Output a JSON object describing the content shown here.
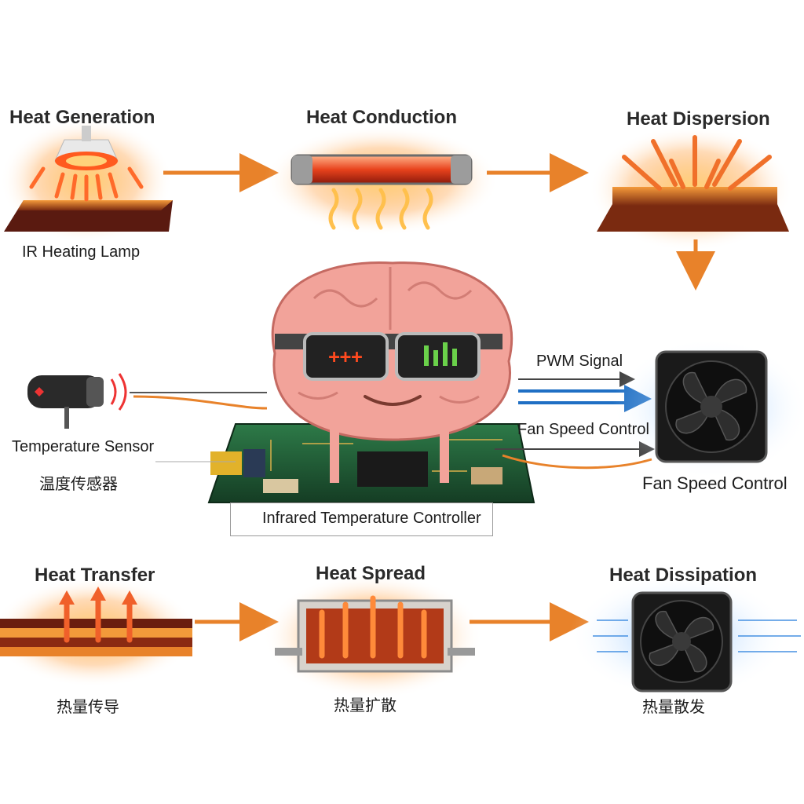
{
  "stages": {
    "heat_generation": {
      "title": "Heat Generation",
      "caption": "IR Heating Lamp"
    },
    "heat_conduction": {
      "title": "Heat Conduction"
    },
    "heat_dispersion": {
      "title": "Heat Dispersion"
    },
    "heat_transfer": {
      "title": "Heat Transfer",
      "caption_cn": "热量传导"
    },
    "heat_spread": {
      "title": "Heat Spread",
      "caption_cn": "热量扩散"
    },
    "heat_dissipation": {
      "title": "Heat Dissipation",
      "caption_cn": "热量散发"
    }
  },
  "sensor": {
    "label": "Temperature Sensor",
    "label_cn": "温度传感器"
  },
  "controller": {
    "label": "Infrared Temperature Controller"
  },
  "signals": {
    "pwm": "PWM Signal",
    "fan_speed_arrow": "Fan Speed Control",
    "fan_speed_label": "Fan Speed Control"
  },
  "colors": {
    "arrow_orange": "#e8822a",
    "signal_blue": "#1f6fc4",
    "brain_pink": "#f0a0a0",
    "pcb_green": "#1f5a35"
  },
  "icons": [
    "lamp-icon",
    "heater-rod-icon",
    "heat-dispersion-icon",
    "brain-mascot-icon",
    "sensor-icon",
    "fan-icon",
    "heatsink-icon"
  ]
}
